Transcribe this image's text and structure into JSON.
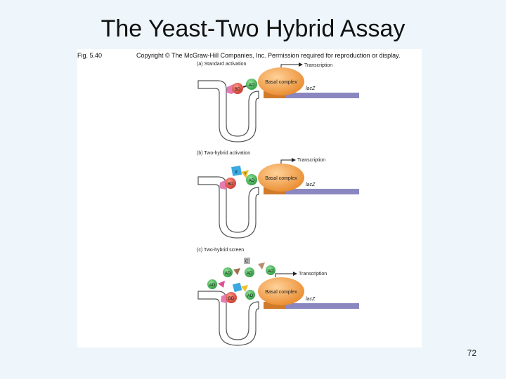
{
  "slide": {
    "title": "The Yeast-Two Hybrid Assay",
    "page_number": "72"
  },
  "figure": {
    "fig_label": "Fig. 5.40",
    "copyright": "Copyright © The McGraw-Hill Companies, Inc. Permission required for reproduction or display.",
    "panels": [
      {
        "label": "(a) Standard activation",
        "transcription": "Transcription",
        "basal": "Basal complex",
        "gene": "lacZ",
        "bd": "BD",
        "ad": "AD"
      },
      {
        "label": "(b) Two-hybrid activation",
        "transcription": "Transcription",
        "basal": "Basal complex",
        "gene": "lacZ",
        "bd": "BD",
        "ad": "AD",
        "x": "X",
        "y": "Y"
      },
      {
        "label": "(c) Two-hybrid screen",
        "transcription": "Transcription",
        "basal": "Basal complex",
        "gene": "lacZ",
        "bd": "BD",
        "ad": "AD",
        "c": "C"
      }
    ]
  },
  "colors": {
    "background": "#eef6fb",
    "basal_complex": "#f5a04a",
    "promoter": "#d07a2a",
    "dna_gene": "#8a87c0",
    "bd": "#e05040",
    "ad": "#3cae4c",
    "bd_fusion": "#e47cb4",
    "x_protein": "#3aa9e0",
    "y_protein": "#f0c030"
  }
}
